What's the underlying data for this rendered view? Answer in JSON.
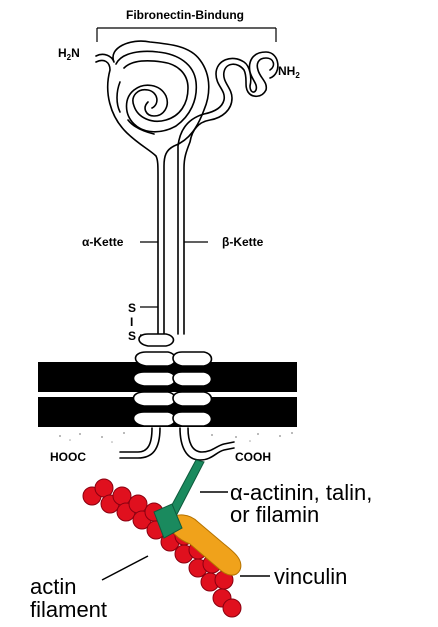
{
  "labels": {
    "fibronectin_binding": "Fibronectin-Bindung",
    "h2n_main": "H",
    "h2n_sub": "2",
    "h2n_tail": "N",
    "nh2_main": "NH",
    "nh2_sub": "2",
    "alpha_chain": "α-Kette",
    "beta_chain": "β-Kette",
    "disulfide_s1": "S",
    "disulfide_bar": "I",
    "disulfide_s2": "S",
    "hooc": "HOOC",
    "cooh": "COOH",
    "binding_proteins_line1": "α-actinin, talin,",
    "binding_proteins_line2": "or filamin",
    "vinculin": "vinculin",
    "actin_line1": "actin",
    "actin_line2": "filament"
  },
  "colors": {
    "membrane": "#000000",
    "protein_stroke": "#000000",
    "binding_protein": "#1a8a5e",
    "vinculin": "#f0a21b",
    "actin": "#e0101e",
    "actin_outline": "#8a0010"
  }
}
